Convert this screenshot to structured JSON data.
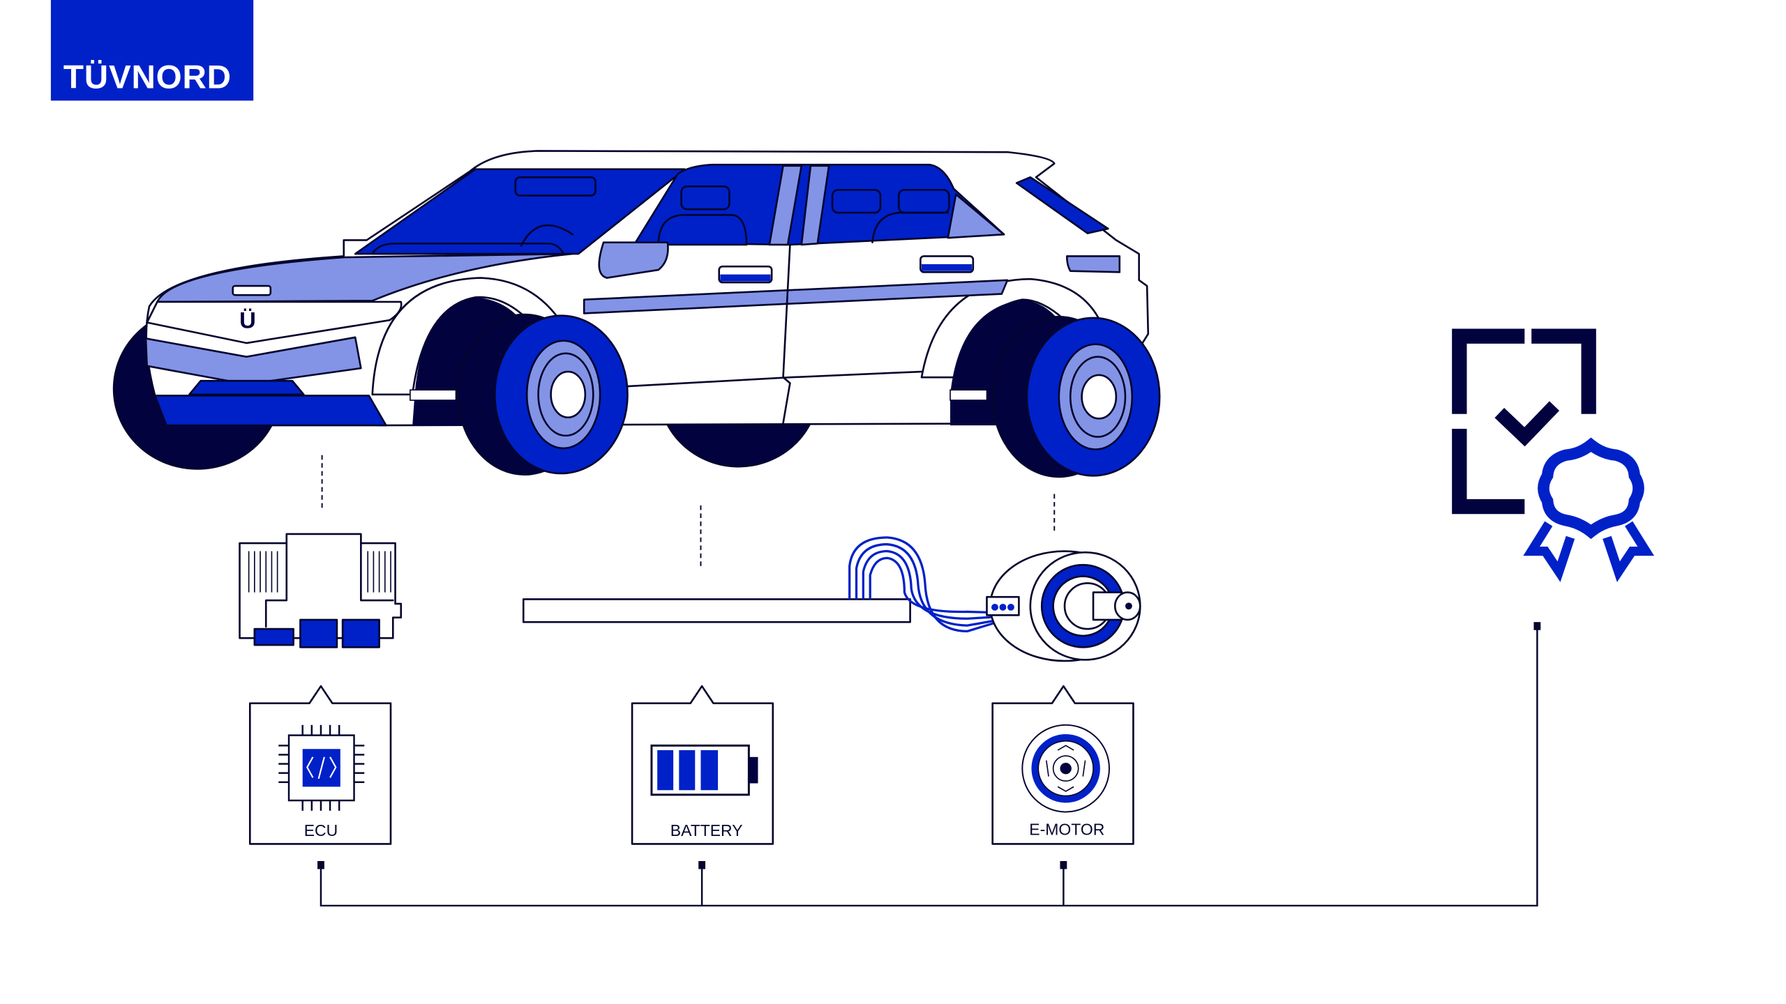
{
  "logo": {
    "text": "TÜVNORD"
  },
  "components": [
    {
      "label": "ECU",
      "icon": "chip-code-icon"
    },
    {
      "label": "BATTERY",
      "icon": "battery-icon"
    },
    {
      "label": "E-MOTOR",
      "icon": "motor-icon"
    }
  ],
  "certificate": {
    "icon": "certificate-check-rosette-icon"
  },
  "colors": {
    "blue": "#0021c8",
    "light_blue": "#8394e6",
    "navy": "#02023f",
    "white": "#ffffff"
  }
}
